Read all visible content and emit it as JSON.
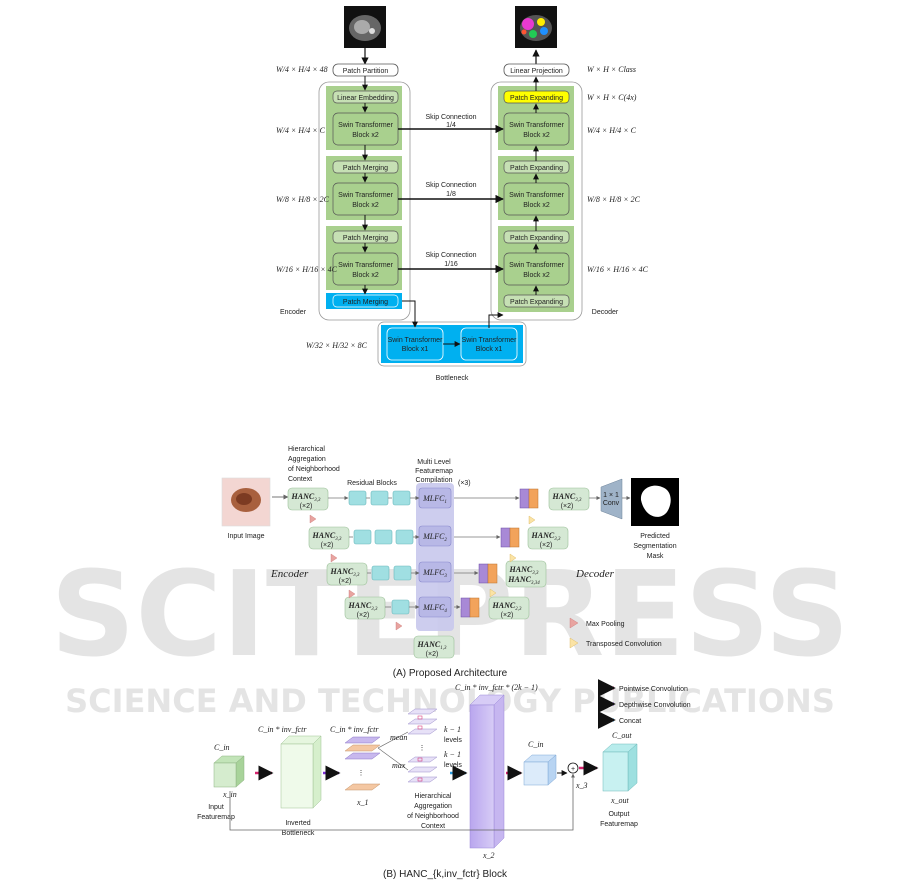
{
  "top": {
    "encoder_label": "Encoder",
    "decoder_label": "Decoder",
    "bottleneck_label": "Bottleneck",
    "patch_partition": "Patch Partition",
    "linear_embedding": "Linear Embedding",
    "linear_projection": "Linear Projection",
    "patch_merging": "Patch Merging",
    "patch_expanding": "Patch Expanding",
    "swin_block_l1": "Swin Transformer",
    "swin_block_l2": "Block x2",
    "swin_block_l2_b": "Block x1",
    "skip1_l1": "Skip Connection",
    "skip1_l2": "1/4",
    "skip2_l1": "Skip Connection",
    "skip2_l2": "1/8",
    "skip3_l1": "Skip Connection",
    "skip3_l2": "1/16",
    "dim_left_1": "W/4 × H/4 × 48",
    "dim_left_2": "W/4 × H/4 × C",
    "dim_left_3": "W/8 × H/8 × 2C",
    "dim_left_4": "W/16 × H/16 × 4C",
    "dim_bottleneck": "W/32 × H/32 × 8C",
    "dim_right_1": "W × H × Class",
    "dim_right_2": "W × H × C(4x)",
    "dim_right_3": "W/4 × H/4 × C",
    "dim_right_4": "W/8 × H/8 × 2C",
    "dim_right_5": "W/16 × H/16 × 4C"
  },
  "mid": {
    "hanc_title_l1": "Hierarchical",
    "hanc_title_l2": "Aggregation",
    "hanc_title_l3": "of Neighborhood",
    "hanc_title_l4": "Context",
    "residual_blocks": "Residual Blocks",
    "mlfc_title_l1": "Multi Level",
    "mlfc_title_l2": "Featuremap",
    "mlfc_title_l3": "Compilation",
    "mlfc_times": "(×3)",
    "input_image": "Input Image",
    "predicted_l1": "Predicted",
    "predicted_l2": "Segmentation",
    "predicted_l3": "Mask",
    "encoder": "Encoder",
    "decoder": "Decoder",
    "conv": "1 × 1",
    "conv2": "Conv",
    "max_pooling": "Max Pooling",
    "transposed_conv": "Transposed Convolution",
    "caption": "(A) Proposed Architecture",
    "hanc": "HANC",
    "x2": "(×2)",
    "sub_33": "3,3",
    "sub_23": "2,3",
    "sub_334": "3,34",
    "sub_13": "1,3",
    "mlfc": "MLFC"
  },
  "bottom": {
    "cin": "C_in",
    "cin_inv": "C_in * inv_fctr",
    "cin_inv_k": "C_in * inv_fctr * (2k − 1)",
    "cout": "C_out",
    "xin": "x_in",
    "x1": "x_1",
    "x2": "x_2",
    "x3": "x_3",
    "xout": "x_out",
    "mean": "mean",
    "max": "max",
    "k1_levels_a": "k − 1",
    "k1_levels_b": "levels",
    "input_fm_l1": "Input",
    "input_fm_l2": "Featuremap",
    "inverted_l1": "Inverted",
    "inverted_l2": "Bottleneck",
    "hanc_l1": "Hierarchical",
    "hanc_l2": "Aggregation",
    "hanc_l3": "of Neighborhood",
    "hanc_l4": "Context",
    "output_fm_l1": "Output",
    "output_fm_l2": "Featuremap",
    "legend_pointwise": "Pointwise Convolution",
    "legend_depthwise": "Depthwise Convolution",
    "legend_concat": "Concat",
    "caption": "(B) HANC_{k,inv_fctr} Block"
  },
  "watermark": {
    "line1": "SCITEPRESS",
    "line2": "SCIENCE AND TECHNOLOGY PUBLICATIONS"
  },
  "colors": {
    "swin_green": "#a9d08e",
    "swin_blue": "#00b0f0",
    "patch_yellow": "#ffff00",
    "hanc_green": "#d5e8d4",
    "residual_teal": "#a0dfe2",
    "mlfc_lavender": "#c8c8ec",
    "pointwise": "#d6246e",
    "depthwise": "#7b2fd4",
    "concat": "#2d9de0"
  }
}
